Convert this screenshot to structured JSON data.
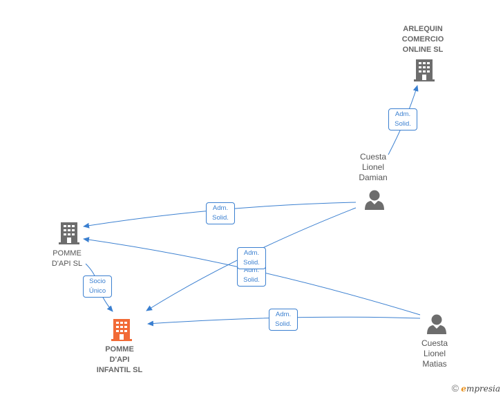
{
  "nodes": {
    "arlequin": {
      "label": "ARLEQUIN\nCOMERCIO\nONLINE  SL",
      "icon": "building-icon",
      "color": "#6d6d6d"
    },
    "cuesta_damian": {
      "label": "Cuesta\nLionel\nDamian",
      "icon": "person-icon",
      "color": "#6d6d6d"
    },
    "pomme_api": {
      "label": "POMME\nD'API SL",
      "icon": "building-icon",
      "color": "#6d6d6d"
    },
    "pomme_infantil": {
      "label": "POMME\nD'API\nINFANTIL  SL",
      "icon": "building-icon",
      "color": "#f26a36"
    },
    "cuesta_matias": {
      "label": "Cuesta\nLionel\nMatias",
      "icon": "person-icon",
      "color": "#6d6d6d"
    }
  },
  "edges": {
    "e1": "Adm.\nSolid.",
    "e2": "Adm.\nSolid.",
    "e3": "Adm.\nSolid.",
    "e4": "Adm.\nSolid.",
    "e5": "Socio\nÚnico",
    "e6": "Adm.\nSolid."
  },
  "edge_color": "#3a7fd0",
  "watermark": {
    "copyright": "©",
    "brand_initial": "e",
    "brand_rest": "mpresia"
  }
}
